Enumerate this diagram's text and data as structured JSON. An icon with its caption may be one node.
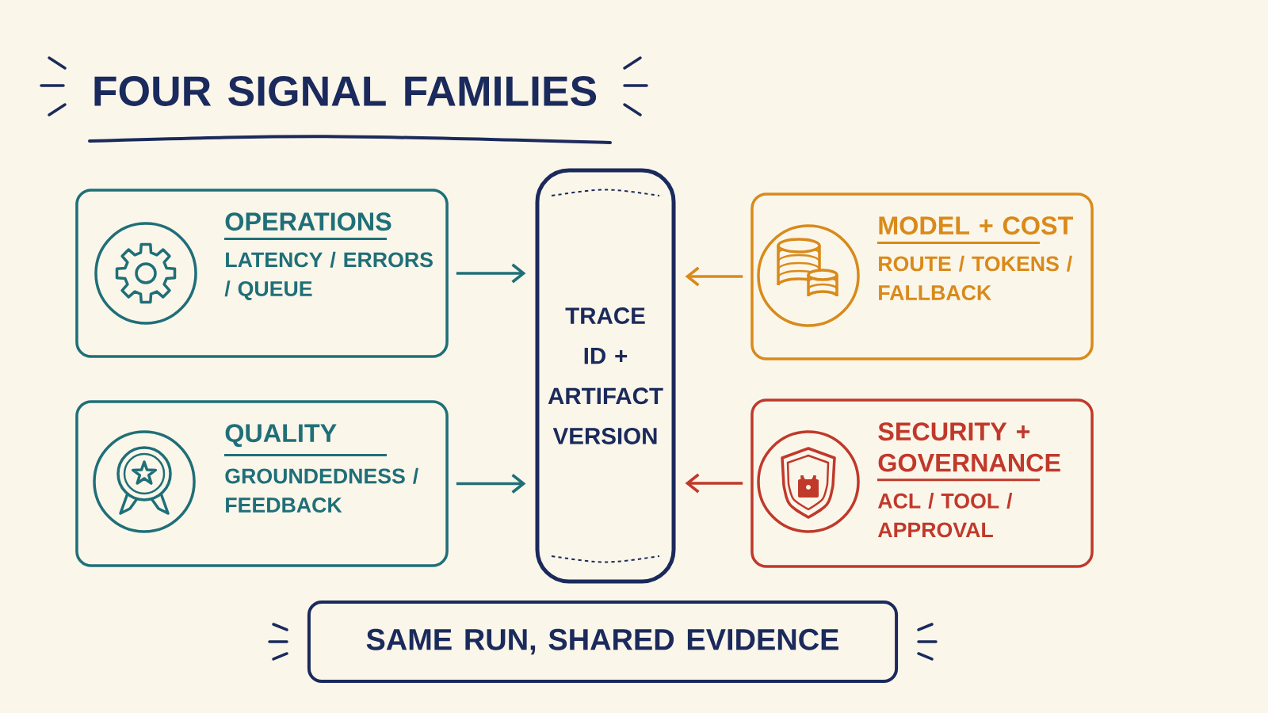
{
  "diagram": {
    "title": "FOUR SIGNAL FAMILIES",
    "nodes": [
      {
        "text": [
          "OPERATIONS",
          "LATENCY / ERRORS / QUEUE"
        ]
      },
      {
        "text": [
          "QUALITY",
          "GROUNDEDNESS / FEEDBACK"
        ]
      },
      {
        "text": [
          "TRACE ID + ARTIFACT VERSION"
        ]
      },
      {
        "text": [
          "MODEL + COST",
          "ROUTE / TOKENS / FALLBACK"
        ]
      },
      {
        "text": [
          "SECURITY + GOVERNANCE",
          "ACL / TOOL / APPROVAL"
        ]
      },
      {
        "text": [
          "SAME RUN, SHARED EVIDENCE"
        ]
      }
    ],
    "edges": [
      {
        "from": 0,
        "to": 2,
        "arrow": "to"
      },
      {
        "from": 1,
        "to": 2,
        "arrow": "to"
      },
      {
        "from": 3,
        "to": 2,
        "arrow": "to",
        "color": "#d98a1a"
      },
      {
        "from": 4,
        "to": 2,
        "arrow": "to",
        "color": "#c0392b"
      }
    ]
  }
}
